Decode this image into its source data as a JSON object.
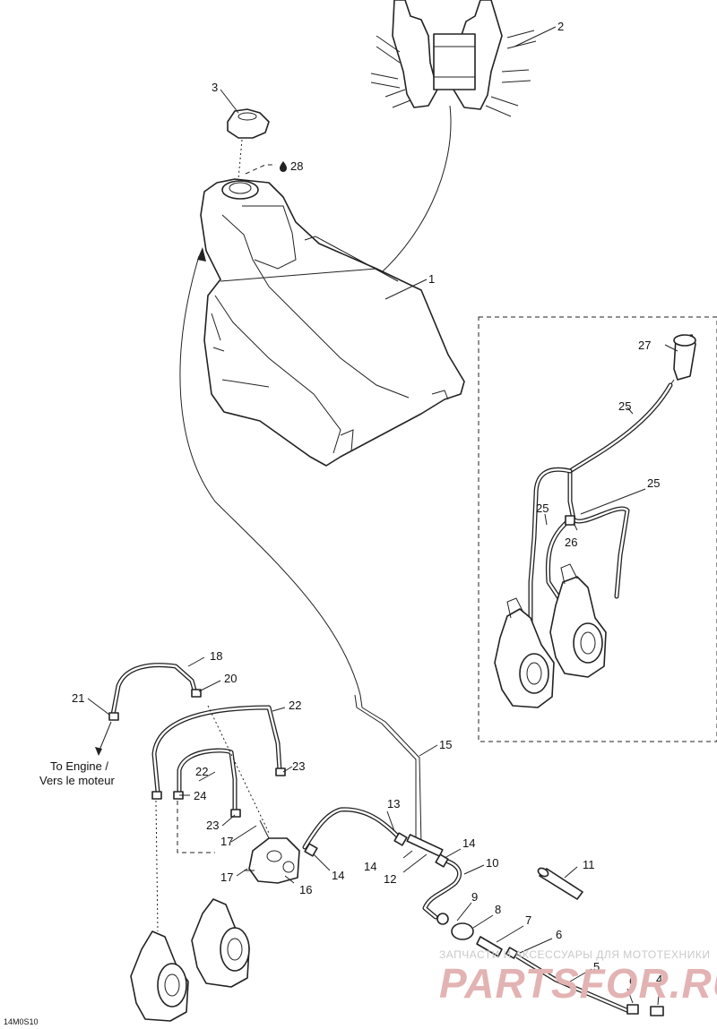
{
  "diagram_code": "14M0S10",
  "note_text": [
    "To Engine /",
    "Vers le moteur"
  ],
  "callouts": [
    {
      "id": "c1",
      "label": "1"
    },
    {
      "id": "c2",
      "label": "2"
    },
    {
      "id": "c3",
      "label": "3"
    },
    {
      "id": "c4",
      "label": "4"
    },
    {
      "id": "c5",
      "label": "5"
    },
    {
      "id": "c6a",
      "label": "6"
    },
    {
      "id": "c6b",
      "label": "6"
    },
    {
      "id": "c7",
      "label": "7"
    },
    {
      "id": "c8",
      "label": "8"
    },
    {
      "id": "c9",
      "label": "9"
    },
    {
      "id": "c10",
      "label": "10"
    },
    {
      "id": "c11",
      "label": "11"
    },
    {
      "id": "c12",
      "label": "12"
    },
    {
      "id": "c13",
      "label": "13"
    },
    {
      "id": "c14a",
      "label": "14"
    },
    {
      "id": "c14b",
      "label": "14"
    },
    {
      "id": "c14c",
      "label": "14"
    },
    {
      "id": "c15",
      "label": "15"
    },
    {
      "id": "c16",
      "label": "16"
    },
    {
      "id": "c17a",
      "label": "17"
    },
    {
      "id": "c17b",
      "label": "17"
    },
    {
      "id": "c18",
      "label": "18"
    },
    {
      "id": "c20",
      "label": "20"
    },
    {
      "id": "c21",
      "label": "21"
    },
    {
      "id": "c22a",
      "label": "22"
    },
    {
      "id": "c22b",
      "label": "22"
    },
    {
      "id": "c23a",
      "label": "23"
    },
    {
      "id": "c23b",
      "label": "23"
    },
    {
      "id": "c24",
      "label": "24"
    },
    {
      "id": "c25a",
      "label": "25"
    },
    {
      "id": "c25b",
      "label": "25"
    },
    {
      "id": "c25c",
      "label": "25"
    },
    {
      "id": "c26",
      "label": "26"
    },
    {
      "id": "c27",
      "label": "27"
    },
    {
      "id": "c28",
      "label": "28"
    }
  ],
  "watermark": {
    "line1": "ЗАПЧАСТИ И АКСЕССУАРЫ ДЛЯ МОТОТЕХНИКИ",
    "line2": "PARTSFOR.RU"
  }
}
